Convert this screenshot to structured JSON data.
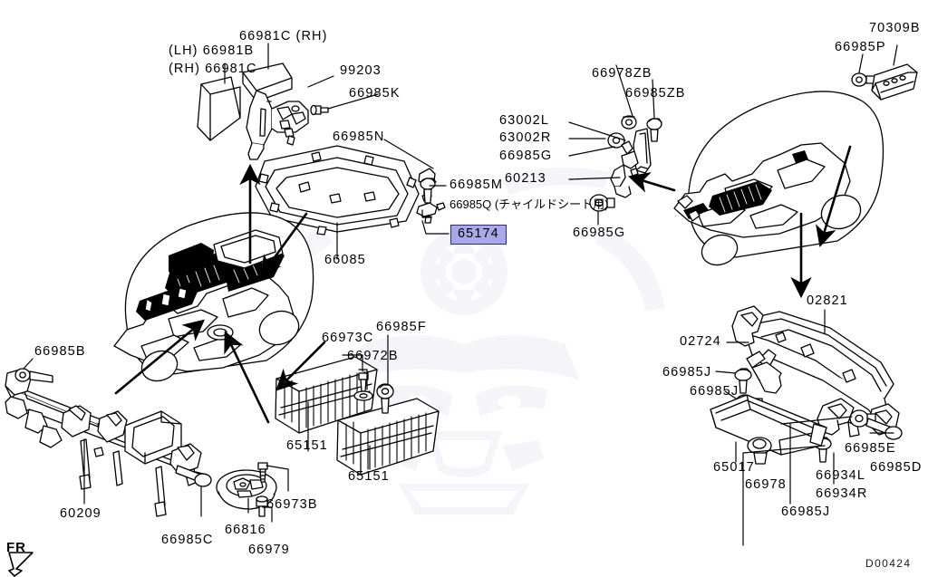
{
  "diagram": {
    "doc_id": "D00424",
    "orientation_marker": "FR",
    "highlight_color": "#a9a9e8",
    "highlight_border_color": "#2b2b8c",
    "line_color": "#000000",
    "background_color": "#ffffff"
  },
  "labels": {
    "upper_left": {
      "lh_66981b": "(LH) 66981B",
      "rh_66981c": "(RH) 66981C",
      "top_66981c_rh": "66981C (RH)",
      "p_99203": "99203",
      "p_66985k": "66985K",
      "p_66985n": "66985N",
      "p_66085": "66085"
    },
    "center": {
      "p_66985m": "66985M",
      "p_66985q": "66985Q (チャイルドシート用)",
      "p_65174_highlighted": "65174"
    },
    "upper_right": {
      "p_66978zb": "66978ZB",
      "p_66985zb": "66985ZB",
      "p_63002l": "63002L",
      "p_63002r": "63002R",
      "p_66985g_upper": "66985G",
      "p_60213": "60213",
      "p_66985g_lower": "66985G",
      "p_66985p": "66985P",
      "p_70309b": "70309B"
    },
    "lower_left": {
      "p_66985b": "66985B",
      "p_60209": "60209",
      "p_66985c": "66985C"
    },
    "lower_center": {
      "p_66973c": "66973C",
      "p_66972b": "66972B",
      "p_66985f": "66985F",
      "p_65151_left": "65151",
      "p_65151_right": "65151",
      "p_66816": "66816",
      "p_66973b": "66973B",
      "p_66979": "66979"
    },
    "lower_right": {
      "p_02821": "02821",
      "p_02724": "02724",
      "p_66985j_upper": "66985J",
      "p_66985j_mid": "66985J",
      "p_65017": "65017",
      "p_66978": "66978",
      "p_66934l": "66934L",
      "p_66934r": "66934R",
      "p_66985j_lower": "66985J",
      "p_66985e": "66985E",
      "p_66985d": "66985D"
    }
  }
}
